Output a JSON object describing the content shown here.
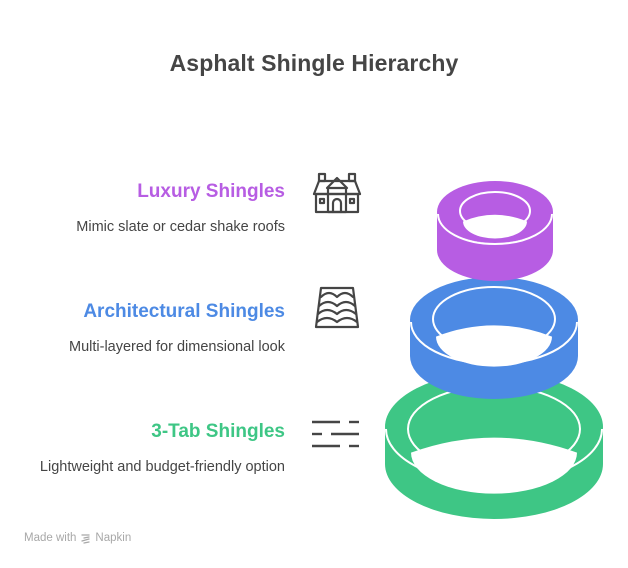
{
  "title": "Asphalt Shingle Hierarchy",
  "levels": [
    {
      "name": "Luxury Shingles",
      "description": "Mimic slate or cedar shake roofs",
      "icon": "mansion-house-icon",
      "color": "#b75de3"
    },
    {
      "name": "Architectural Shingles",
      "description": "Multi-layered for dimensional look",
      "icon": "scalloped-shingles-icon",
      "color": "#4d8ae4"
    },
    {
      "name": "3-Tab Shingles",
      "description": "Lightweight and budget-friendly option",
      "icon": "dashed-lines-icon",
      "color": "#3ec685"
    }
  ],
  "footer": {
    "made_with": "Made with",
    "brand": "Napkin",
    "icon": "napkin-logo-icon"
  }
}
